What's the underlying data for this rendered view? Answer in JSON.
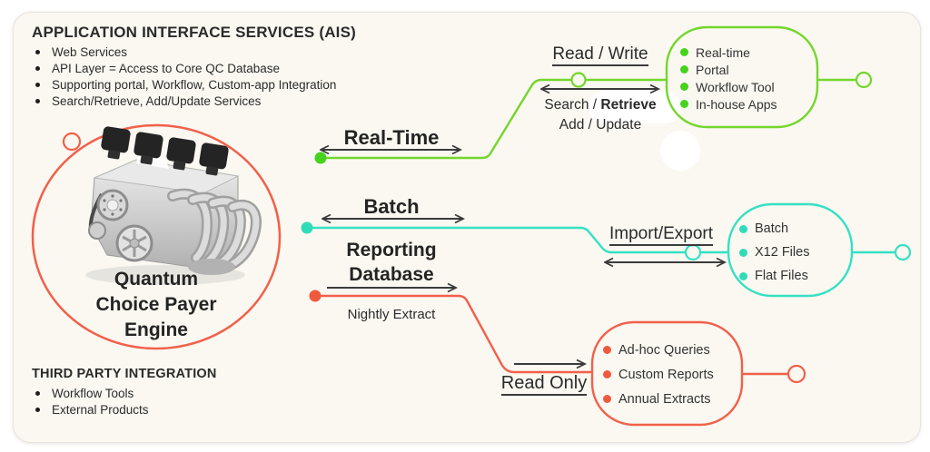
{
  "colors": {
    "green": "#74d62c",
    "green_dot": "#46d21d",
    "teal": "#35e0c3",
    "red": "#f2604a",
    "arrow": "#3b3b3b",
    "card_bg": "#faf8f1",
    "text": "#2d2d2d"
  },
  "header": {
    "title": "APPLICATION INTERFACE SERVICES (AIS)",
    "bullets": [
      "Web Services",
      "API Layer = Access to Core QC Database",
      "Supporting portal, Workflow, Custom-app Integration",
      "Search/Retrieve, Add/Update Services"
    ]
  },
  "engine": {
    "line1": "Quantum",
    "line2": "Choice Payer",
    "line3": "Engine"
  },
  "third_party": {
    "title": "THIRD PARTY INTEGRATION",
    "bullets": [
      "Workflow Tools",
      "External Products"
    ]
  },
  "realtime_flow": {
    "channel_label": "Real-Time",
    "op_label": "Read / Write",
    "op_detail_1a": "Search / ",
    "op_detail_1b": "Retrieve",
    "op_detail_2": "Add / Update",
    "targets": [
      "Real-time",
      "Portal",
      "Workflow Tool",
      "In-house Apps"
    ]
  },
  "batch_flow": {
    "channel_label": "Batch",
    "op_label": "Import/Export",
    "targets": [
      "Batch",
      "X12 Files",
      "Flat Files"
    ]
  },
  "reporting_flow": {
    "channel_label_1": "Reporting",
    "channel_label_2": "Database",
    "schedule_label": "Nightly Extract",
    "op_label": "Read Only",
    "targets": [
      "Ad-hoc Queries",
      "Custom Reports",
      "Annual Extracts"
    ]
  }
}
